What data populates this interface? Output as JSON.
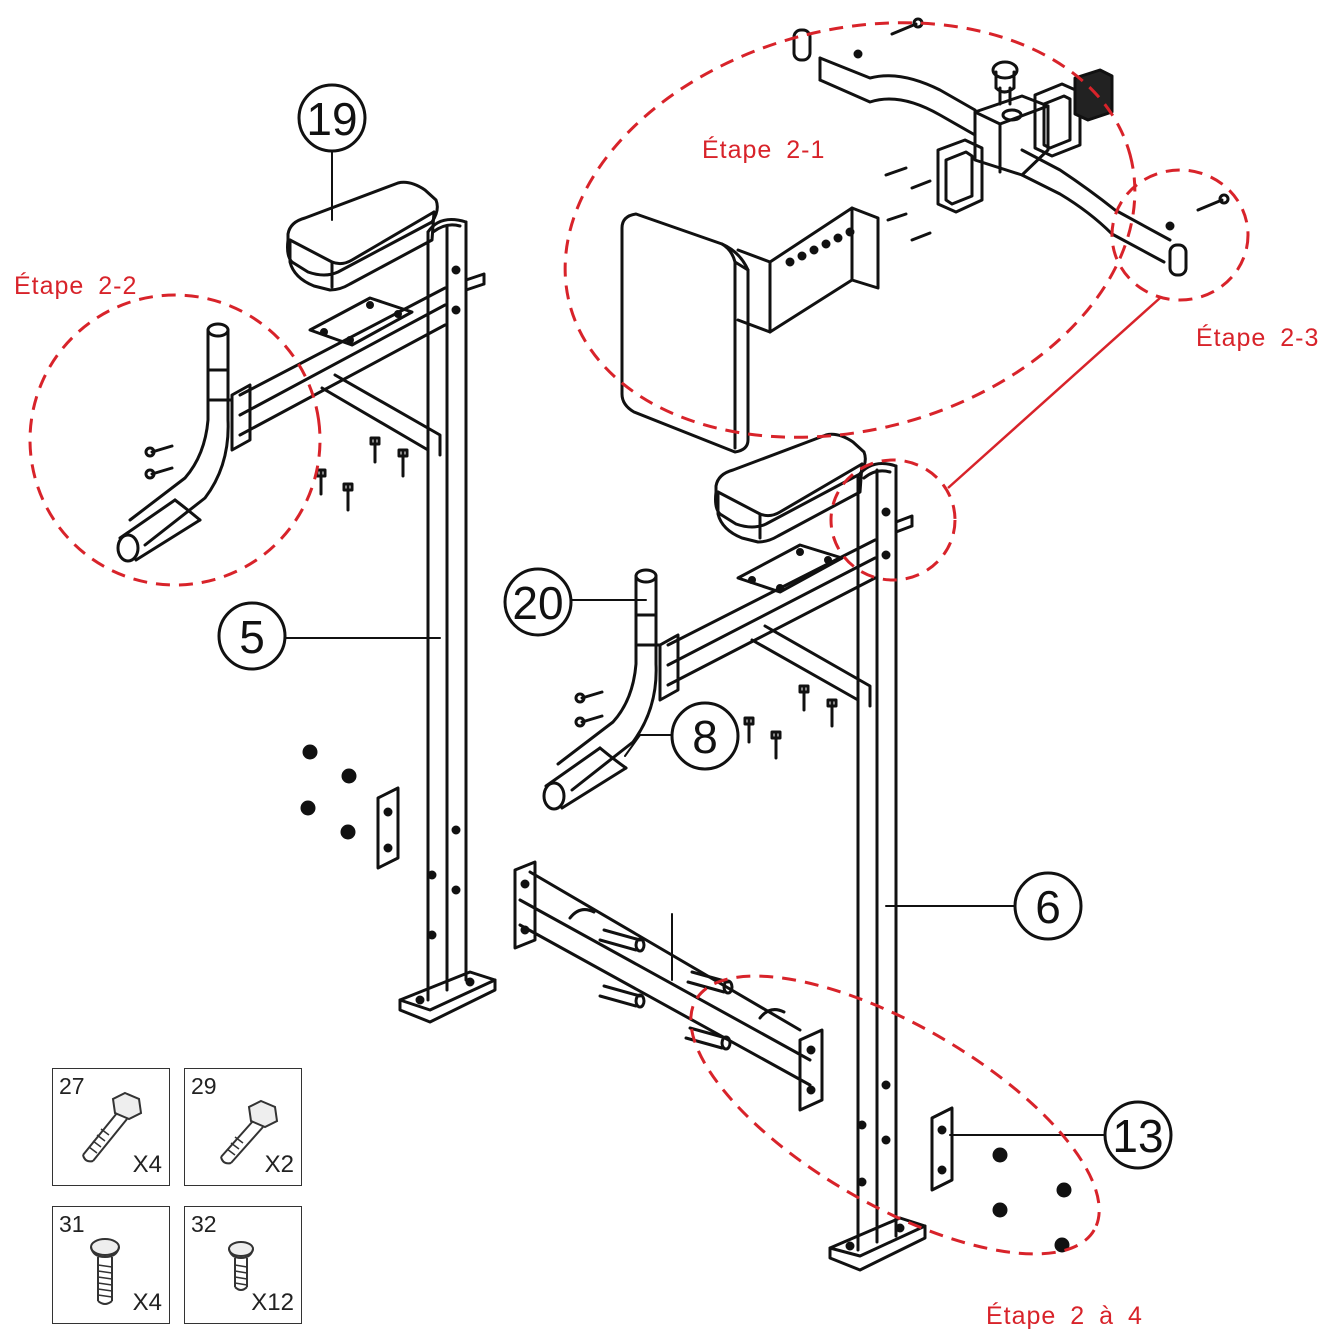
{
  "steps": {
    "s21": "Étape 2-1",
    "s22": "Étape 2-2",
    "s23": "Étape 2-3",
    "s24": "Étape 2 à 4"
  },
  "callouts": {
    "c19": "19",
    "c5": "5",
    "c20": "20",
    "c8": "8",
    "c6": "6",
    "c13": "13"
  },
  "hardware": [
    {
      "num": "27",
      "qty": "X4",
      "icon": "hex-bolt-long-icon"
    },
    {
      "num": "29",
      "qty": "X2",
      "icon": "hex-bolt-short-icon"
    },
    {
      "num": "31",
      "qty": "X4",
      "icon": "button-head-screw-icon"
    },
    {
      "num": "32",
      "qty": "X12",
      "icon": "button-head-screw-small-icon"
    }
  ],
  "colors": {
    "accent": "#d8232a",
    "line": "#111111"
  }
}
